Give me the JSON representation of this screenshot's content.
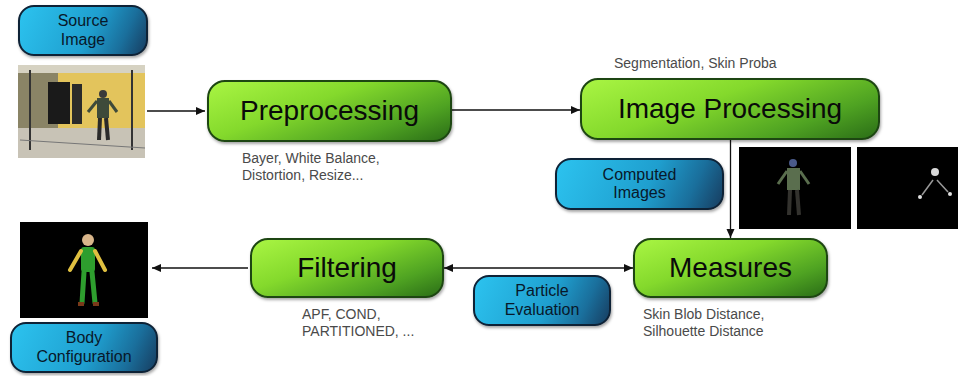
{
  "diagram": {
    "nodes": [
      {
        "text": [
          "Source Image"
        ]
      },
      {
        "text": [
          "Preprocessing",
          "Bayer, White Balance, Distortion, Resize..."
        ]
      },
      {
        "text": [
          "Segmentation, Skin Proba",
          "Image Processing"
        ]
      },
      {
        "text": [
          "Computed Images"
        ]
      },
      {
        "text": [
          "Measures",
          "Skin Blob Distance, Silhouette Distance"
        ]
      },
      {
        "text": [
          "Particle Evaluation"
        ]
      },
      {
        "text": [
          "Filtering",
          "APF, COND, PARTITIONED, ..."
        ]
      },
      {
        "text": [
          "Body Configuration"
        ]
      }
    ],
    "edges": [
      {
        "from": 1,
        "to": 2,
        "arrow": "to"
      },
      {
        "from": 2,
        "to": 4,
        "arrow": "to"
      },
      {
        "from": 4,
        "to": 6,
        "arrow": "both"
      }
    ]
  }
}
